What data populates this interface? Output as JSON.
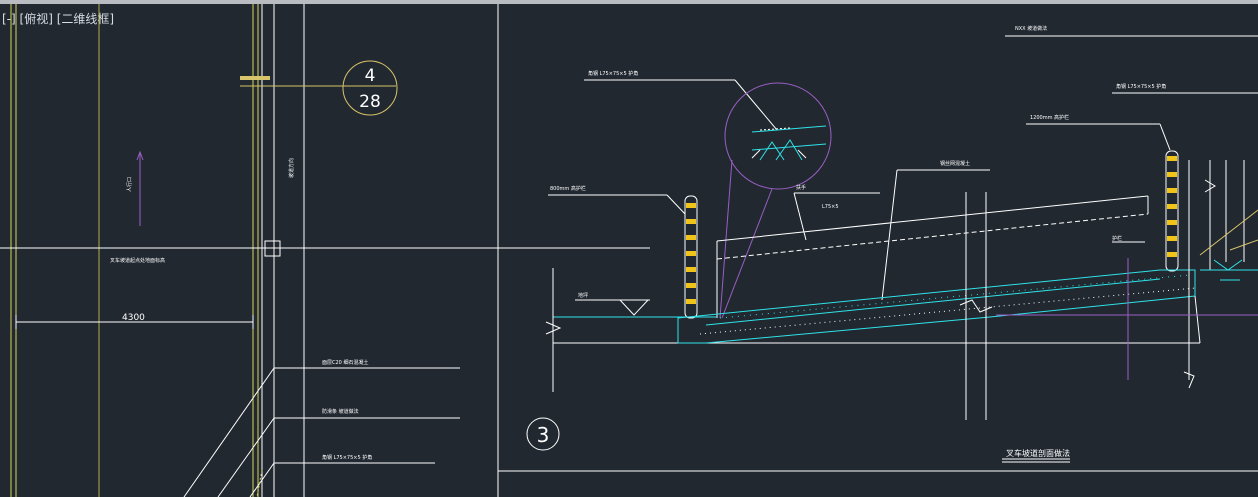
{
  "viewport": {
    "controls": {
      "minus": "[-]",
      "view": "[俯视]",
      "style": "[二维线框]"
    }
  },
  "drawing": {
    "detail_bubble_4_28": {
      "top": "4",
      "bottom": "28"
    },
    "dim_4300": "4300",
    "section_number": "3",
    "section_title": "叉车坡道剖面做法",
    "colors": {
      "background": "#212830",
      "line_white": "#ffffff",
      "line_yellow": "#d7d35b",
      "line_olive": "#b3ad4e",
      "line_cyan": "#2fe3e8",
      "line_purple": "#9a5fc4",
      "bollard_yellow": "#f0c419",
      "bubble_outline": "#d8c46a"
    }
  }
}
